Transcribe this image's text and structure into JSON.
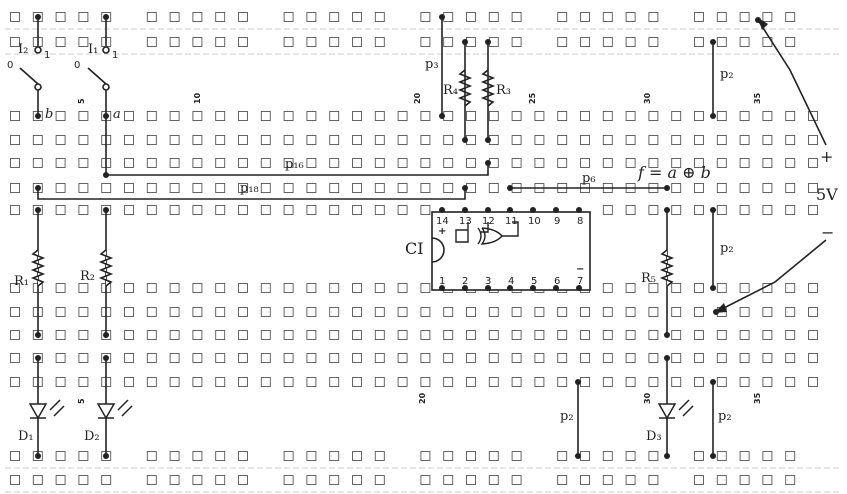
{
  "labels": {
    "i2": "I₂",
    "i1": "I₁",
    "one_a": "1",
    "one_b": "1",
    "zero_a": "0",
    "zero_b": "0",
    "b": "b",
    "a": "a",
    "p3": "p₃",
    "r4": "R₄",
    "r3": "R₃",
    "p2_top": "p₂",
    "p2_mid": "p₂",
    "p2_bot1": "p₂",
    "p2_bot2": "p₂",
    "p16": "p₁₆",
    "p18": "p₁₈",
    "p6": "p₆",
    "formula": "f = a ⊕ b",
    "plus": "+",
    "minus": "−",
    "volt": "5V",
    "ci": "CI",
    "r1": "R₁",
    "r2": "R₂",
    "r5": "R₅",
    "d1": "D₁",
    "d2": "D₂",
    "d3": "D₃"
  },
  "column_numbers": {
    "top": [
      "5",
      "10",
      "20",
      "25",
      "30",
      "35"
    ],
    "bottom": [
      "5",
      "20",
      "30",
      "35"
    ]
  },
  "ic": {
    "top_pins": [
      "14",
      "13",
      "12",
      "11",
      "10",
      "9",
      "8"
    ],
    "bottom_pins": [
      "1",
      "2",
      "3",
      "4",
      "5",
      "6",
      "7"
    ],
    "vcc_mark": "+",
    "gnd_mark": "−"
  }
}
